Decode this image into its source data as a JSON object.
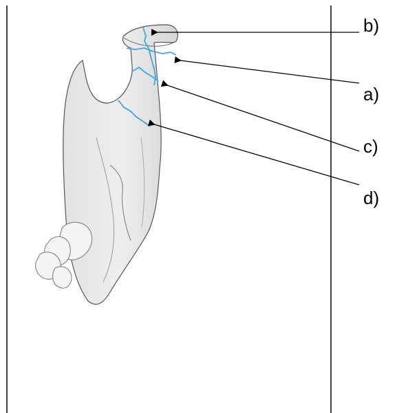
{
  "diagram": {
    "labels": {
      "b": "b)",
      "a": "a)",
      "c": "c)",
      "d": "d)"
    },
    "colors": {
      "fracture_lines": "#3aa6e8",
      "arrows": "#000000",
      "frame": "#000000",
      "bone_shading": "#dcdcdc"
    }
  }
}
